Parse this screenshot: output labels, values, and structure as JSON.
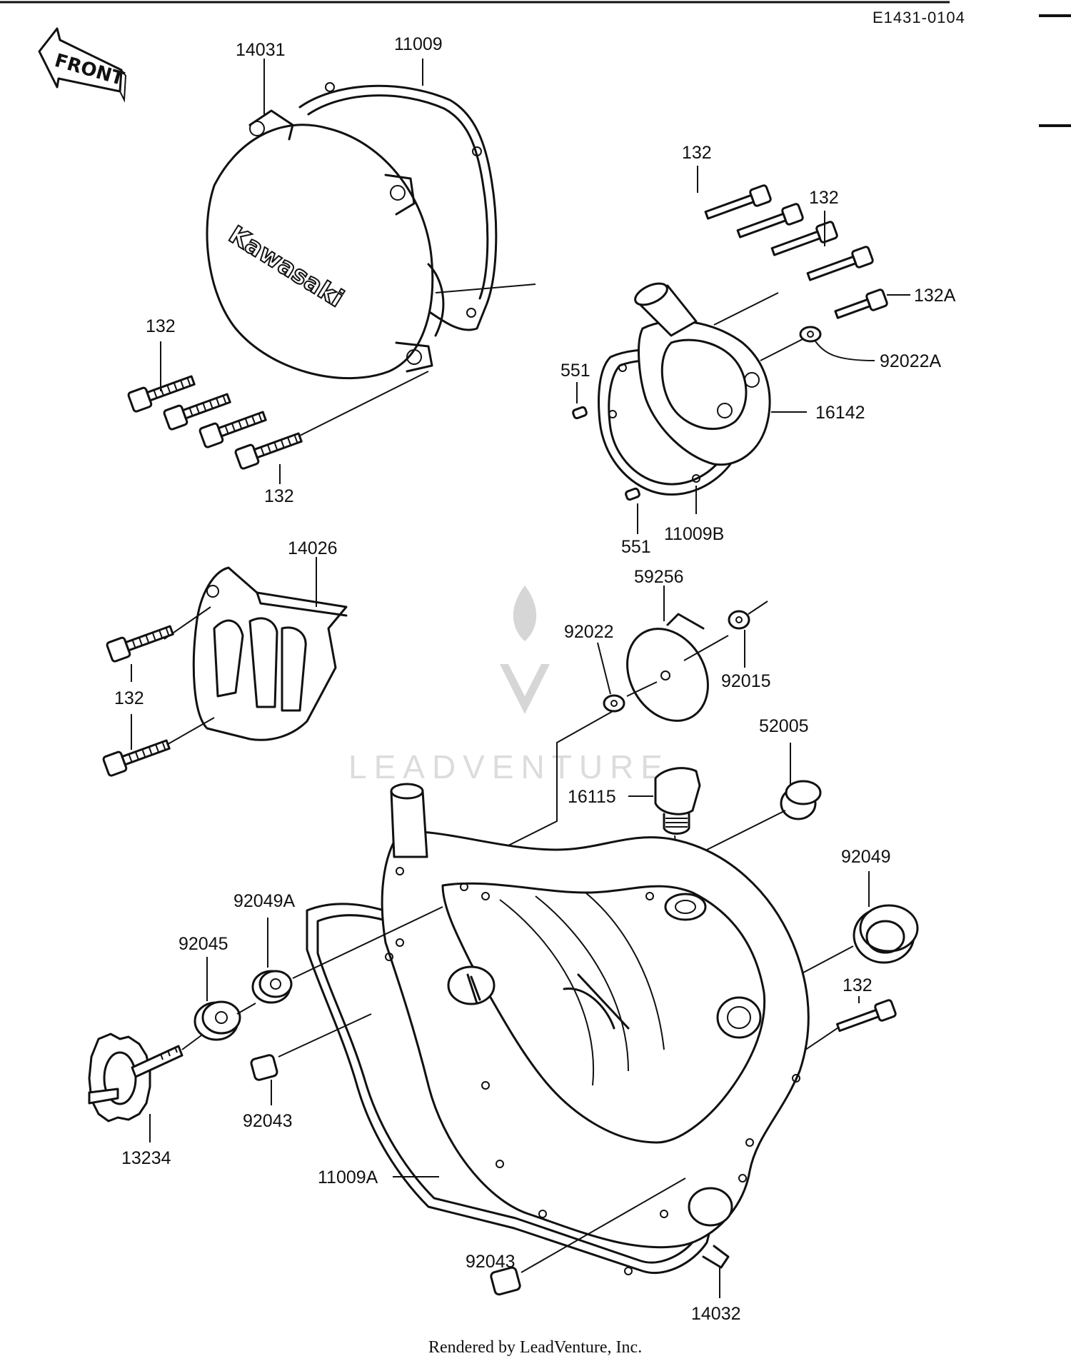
{
  "diagram_code": "E1431-0104",
  "front_label": "FRONT",
  "brand_text": "Kawasaki",
  "credit": "Rendered by LeadVenture, Inc.",
  "watermark": "LEADVENTURE",
  "labels": {
    "p14031": "14031",
    "p11009": "11009",
    "p132_a": "132",
    "p132_b": "132",
    "p132_c": "132",
    "p132_d": "132",
    "p132_e": "132",
    "p132_f": "132",
    "p132A": "132A",
    "p92022A": "92022A",
    "p16142": "16142",
    "p551_a": "551",
    "p551_b": "551",
    "p11009B": "11009B",
    "p14026": "14026",
    "p59256": "59256",
    "p92022": "92022",
    "p92015": "92015",
    "p52005": "52005",
    "p16115": "16115",
    "p92049": "92049",
    "p92049A": "92049A",
    "p92045": "92045",
    "p92043_a": "92043",
    "p92043_b": "92043",
    "p13234": "13234",
    "p11009A": "11009A",
    "p14032": "14032"
  }
}
